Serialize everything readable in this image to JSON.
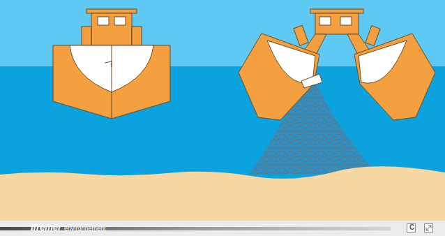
{
  "diagram": {
    "labels": [
      "Ifremer",
      "environnement",
      "C"
    ]
  }
}
